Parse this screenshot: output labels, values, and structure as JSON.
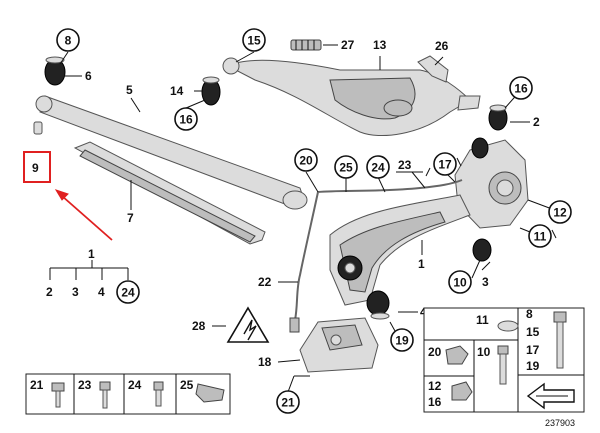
{
  "labels": {
    "l1": "1",
    "l2": "2",
    "l3": "3",
    "l4": "4",
    "l5": "5",
    "l6": "6",
    "l7": "7",
    "l8": "8",
    "l9": "9",
    "l10": "10",
    "l11": "11",
    "l12": "12",
    "l13": "13",
    "l14": "14",
    "l15": "15",
    "l16": "16",
    "l17": "17",
    "l18": "18",
    "l19": "19",
    "l20": "20",
    "l21": "21",
    "l22": "22",
    "l23": "23",
    "l24": "24",
    "l25": "25",
    "l26": "26",
    "l27": "27",
    "l28": "28"
  },
  "diagram_number": "237903",
  "colors": {
    "highlight": "#e02020",
    "outline": "#111111",
    "part_fill": "#dcdcdc"
  }
}
